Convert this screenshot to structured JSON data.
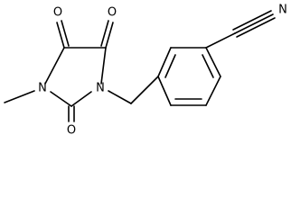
{
  "atoms": {
    "o_top_left": "O",
    "o_top_right": "O",
    "n_methyl": "N",
    "n_benzyl": "N",
    "o_bottom": "O",
    "n_nitrile": "N"
  },
  "colors": {
    "bond": "#000000",
    "label": "#000000",
    "background": "#ffffff"
  }
}
